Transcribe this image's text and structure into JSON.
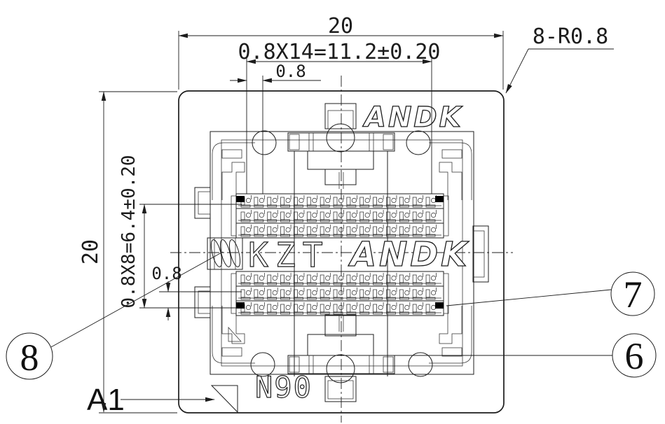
{
  "drawing": {
    "dimensions": {
      "overall_width": "20",
      "overall_height": "20",
      "row_pitch_total": "0.8X14=11.2±0.20",
      "row_pitch": "0.8",
      "col_pitch_total": "0.8X8=6.4±0.20",
      "col_pitch": "0.8",
      "corner_radius_note": "8-R0.8"
    },
    "labels": {
      "pin_one": "A1",
      "part_code": "N90"
    },
    "logos": {
      "top": "ANDK",
      "center_left": "KZT",
      "center_right": "ANDK"
    },
    "balloons": [
      {
        "number": "7"
      },
      {
        "number": "6"
      },
      {
        "number": "8"
      }
    ],
    "pin_array": {
      "blocks": 2,
      "rows_per_block": 3,
      "pins_per_row": 15
    },
    "colors": {
      "line": "#1c1c1c",
      "background": "#ffffff",
      "marker_fill": "#000000"
    }
  }
}
